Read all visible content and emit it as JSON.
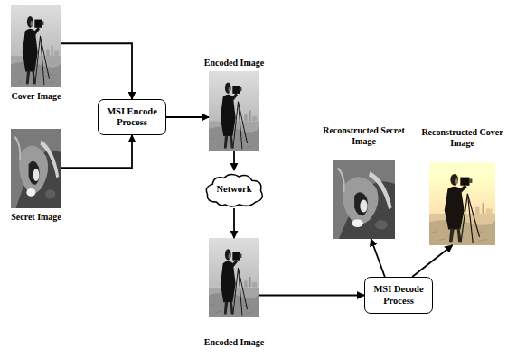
{
  "diagram": {
    "nodes": [
      {
        "text": [
          "Cover Image"
        ]
      },
      {
        "text": [
          "Secret Image"
        ]
      },
      {
        "text": [
          "MSI Encode Process"
        ]
      },
      {
        "text": [
          "Encoded Image"
        ]
      },
      {
        "text": [
          "Network"
        ]
      },
      {
        "text": [
          "Encoded Image"
        ]
      },
      {
        "text": [
          "MSI Decode Process"
        ]
      },
      {
        "text": [
          "Reconstructed Secret Image"
        ]
      },
      {
        "text": [
          "Reconstructed Cover Image"
        ]
      }
    ],
    "edges": [
      {
        "from": 0,
        "to": 2,
        "arrow": "to"
      },
      {
        "from": 1,
        "to": 2,
        "arrow": "to"
      },
      {
        "from": 2,
        "to": 3,
        "arrow": "to"
      },
      {
        "from": 3,
        "to": 4,
        "arrow": "to"
      },
      {
        "from": 4,
        "to": 5,
        "arrow": "to"
      },
      {
        "from": 5,
        "to": 6,
        "arrow": "to"
      },
      {
        "from": 6,
        "to": 7,
        "arrow": "to"
      },
      {
        "from": 6,
        "to": 8,
        "arrow": "to"
      }
    ]
  }
}
